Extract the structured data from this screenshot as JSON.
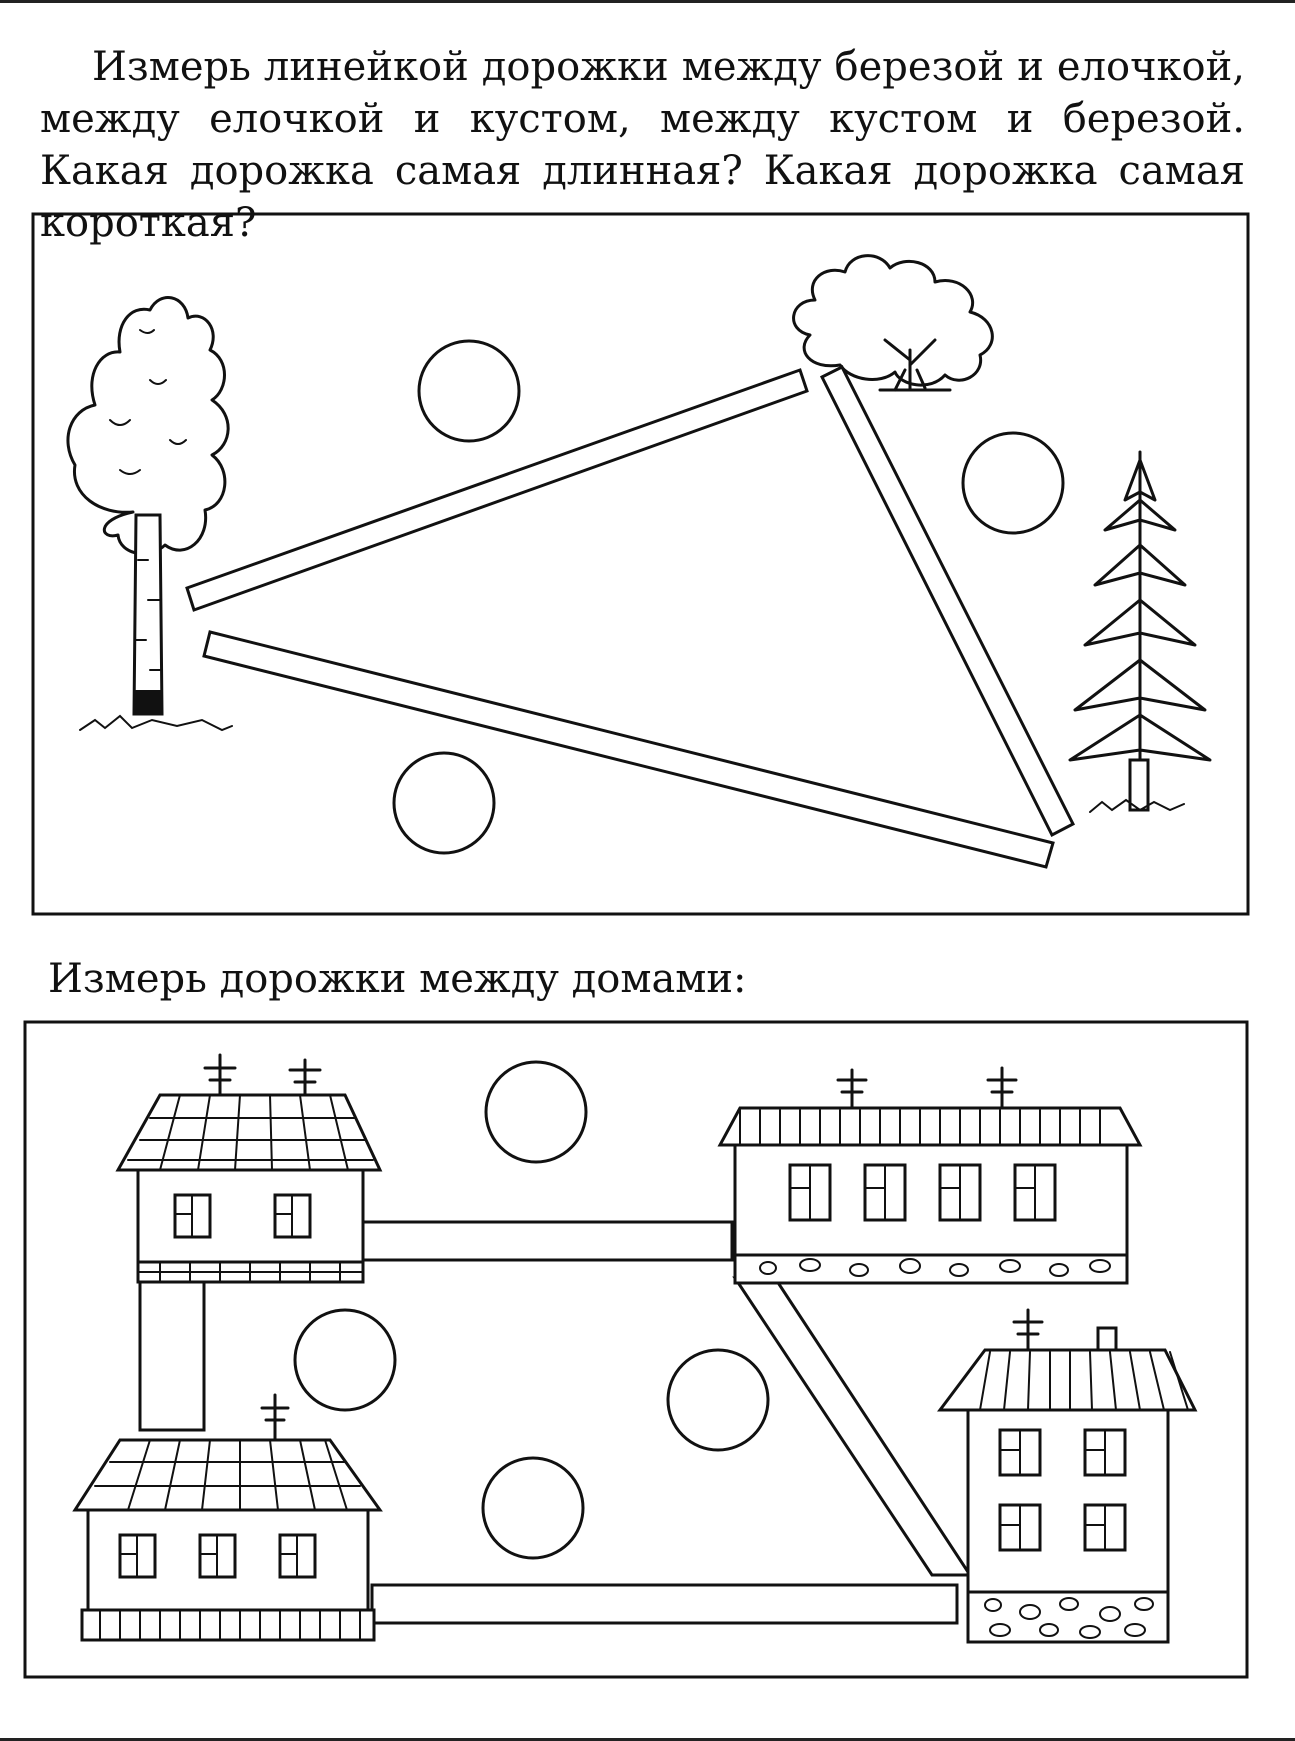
{
  "task1": {
    "instruction": "Измерь линейкой дорожки между березой и елочкой, между елочкой и кустом, между кустом и березой. Какая дорожка самая длинная? Какая дорожка самая короткая?",
    "objects": [
      "birch-tree-icon",
      "bush-icon",
      "spruce-tree-icon"
    ],
    "answer_circles": 3
  },
  "task2": {
    "instruction": "Измерь дорожки между домами:",
    "objects": [
      "house-icon",
      "house-icon",
      "house-icon",
      "house-icon"
    ],
    "answer_circles": 4
  },
  "colors": {
    "ink": "#111111",
    "paper": "#ffffff"
  }
}
